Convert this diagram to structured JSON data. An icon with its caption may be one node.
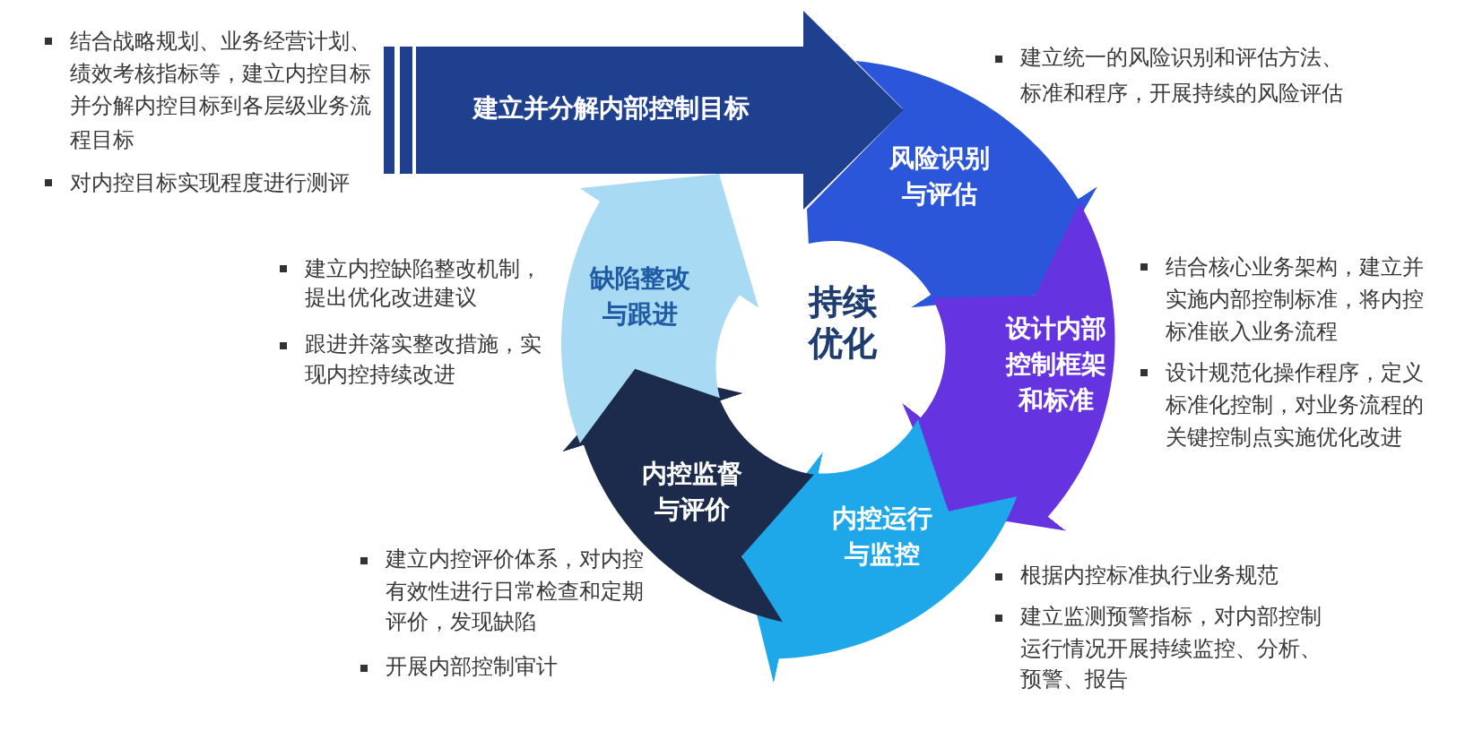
{
  "diagram": {
    "nodes": [
      {
        "text": [
          "建立并分解内部控制目标"
        ],
        "beside": [
          "结合战略规划、业务经营计划、绩效考核指标等，建立内控目标并分解内控目标到各层级业务流程目标",
          "对内控目标实现程度进行测评"
        ]
      },
      {
        "text": [
          "风险识别与评估"
        ],
        "beside": [
          "建立统一的风险识别和评估方法、标准和程序，开展持续的风险评估"
        ]
      },
      {
        "text": [
          "设计内部控制框架和标准"
        ],
        "beside": [
          "结合核心业务架构，建立并实施内部控制标准，将内控标准嵌入业务流程",
          "设计规范化操作程序，定义标准化控制，对业务流程的关键控制点实施优化改进"
        ]
      },
      {
        "text": [
          "内控运行与监控"
        ],
        "beside": [
          "根据内控标准执行业务规范",
          "建立监测预警指标，对内部控制运行情况开展持续监控、分析、预警、报告"
        ]
      },
      {
        "text": [
          "内控监督与评价"
        ],
        "beside": [
          "建立内控评价体系，对内控有效性进行日常检查和定期评价，发现缺陷",
          "开展内部控制审计"
        ]
      },
      {
        "text": [
          "缺陷整改与跟进"
        ],
        "beside": [
          "建立内控缺陷整改机制，提出优化改进建议",
          "跟进并落实整改措施，实现内控持续改进"
        ]
      }
    ],
    "edges": [
      {
        "from": 0,
        "to": 1,
        "arrow": "to",
        "color": "#1f3f8f"
      },
      {
        "from": 1,
        "to": 2,
        "arrow": "to",
        "color": "#2c56da"
      },
      {
        "from": 2,
        "to": 3,
        "arrow": "to",
        "color": "#6633e0"
      },
      {
        "from": 3,
        "to": 4,
        "arrow": "to",
        "color": "#1ea8ea"
      },
      {
        "from": 4,
        "to": 5,
        "arrow": "to",
        "color": "#1c2b4b"
      },
      {
        "from": 5,
        "to": 0,
        "arrow": "to",
        "color": "#a8dbf3"
      }
    ],
    "labels": [
      "持续优化"
    ]
  }
}
